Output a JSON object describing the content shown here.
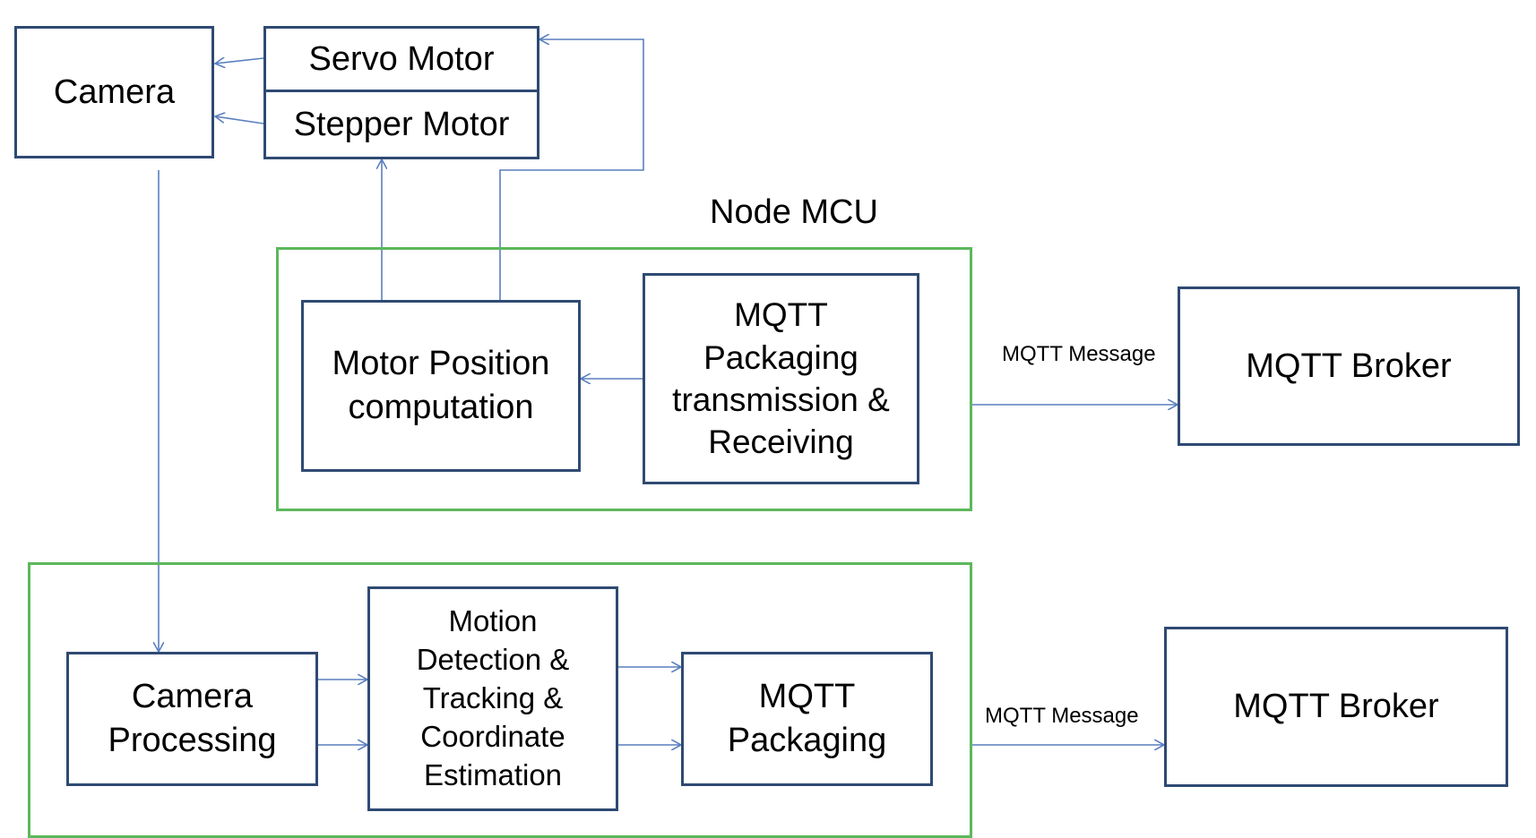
{
  "colors": {
    "box_border": "#2f4a72",
    "group_border": "#5cb85c",
    "arrow": "#5a7fbf"
  },
  "diagram": {
    "camera": "Camera",
    "servo_motor": "Servo Motor",
    "stepper_motor": "Stepper Motor",
    "node_mcu_title": "Node MCU",
    "motor_position": "Motor Position\ncomputation",
    "mqtt_packaging_tx_rx": "MQTT\nPackaging\ntransmission &\nReceiving",
    "mqtt_message_top": "MQTT  Message",
    "mqtt_broker_top": "MQTT Broker",
    "camera_processing": "Camera\nProcessing",
    "motion_detection": "Motion\nDetection &\nTracking &\nCoordinate\nEstimation",
    "mqtt_packaging": "MQTT\nPackaging",
    "mqtt_message_bottom": "MQTT Message",
    "mqtt_broker_bottom": "MQTT Broker"
  }
}
